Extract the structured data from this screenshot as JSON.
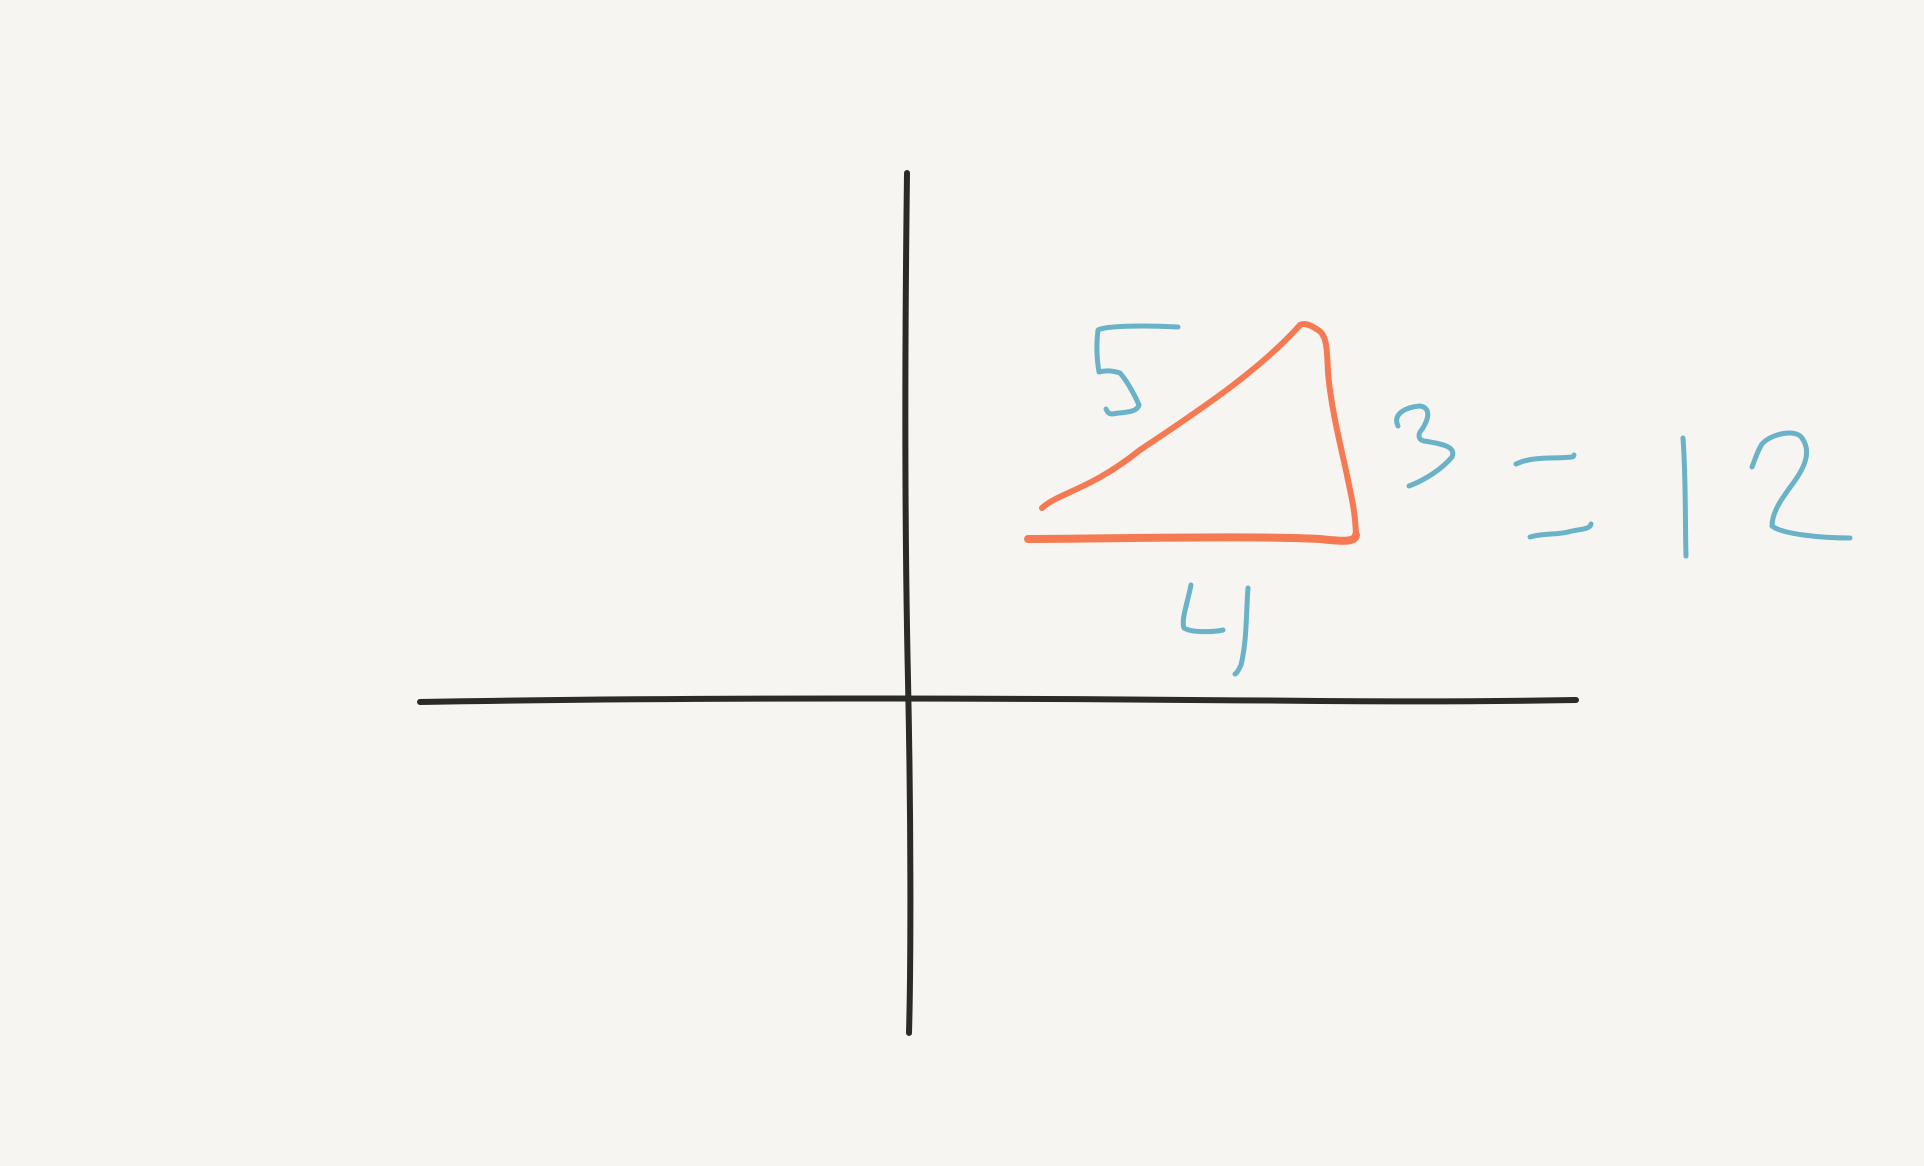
{
  "canvas": {
    "background_color": "#f6f5f1"
  },
  "colors": {
    "axis_ink": "#2a2a26",
    "triangle_ink": "#f57a54",
    "label_ink": "#6ab2c8"
  },
  "triangle": {
    "labels": {
      "hypotenuse": "5",
      "vertical_side": "3",
      "base": "4"
    }
  },
  "equation": {
    "equals_sign": "=",
    "result": "12"
  }
}
